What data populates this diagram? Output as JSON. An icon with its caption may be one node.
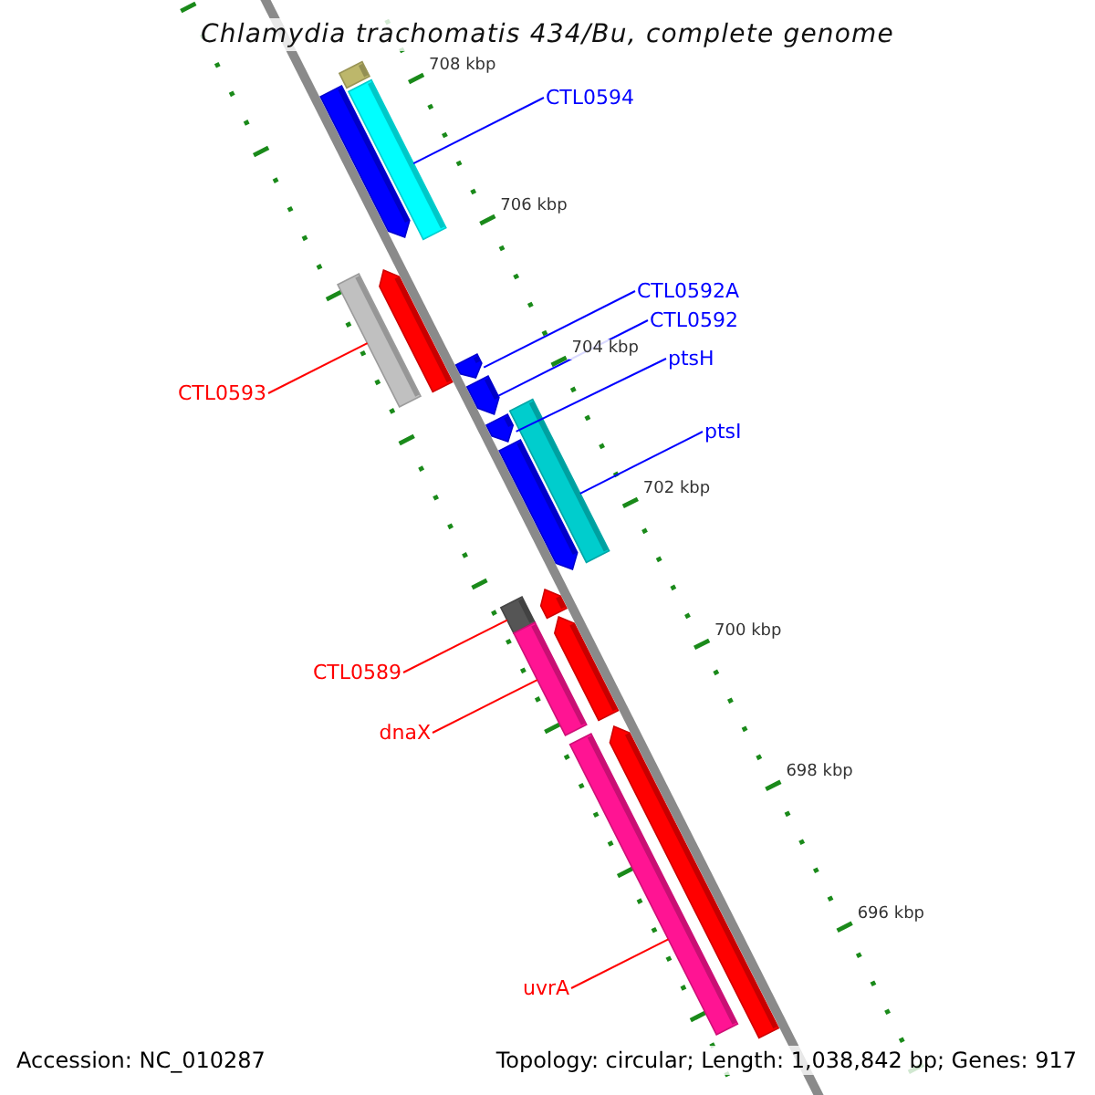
{
  "diagram": {
    "title": "Chlamydia trachomatis 434/Bu, complete genome",
    "nodes": [
      {
        "text": [],
        "shape": "bar"
      },
      {
        "text": [
          "CTL0594"
        ]
      },
      {
        "text": [],
        "shape": "bar"
      },
      {
        "text": [],
        "shape": "bar"
      },
      {
        "text": [],
        "shape": "bar"
      },
      {
        "text": [],
        "shape": "bar"
      },
      {
        "text": [
          "CTL0592A"
        ]
      },
      {
        "text": [
          "CTL0592"
        ]
      },
      {
        "text": [
          "CTL0593"
        ]
      },
      {
        "text": [],
        "shape": "bar"
      },
      {
        "text": [],
        "shape": "bar"
      },
      {
        "text": [
          "ptsH"
        ]
      },
      {
        "text": [],
        "shape": "bar"
      },
      {
        "text": [],
        "shape": "bar"
      },
      {
        "text": [
          "ptsI"
        ]
      },
      {
        "text": [],
        "shape": "bar"
      },
      {
        "text": [],
        "shape": "bar"
      },
      {
        "text": [],
        "shape": "bar"
      },
      {
        "text": [
          "CTL0589"
        ]
      },
      {
        "text": [],
        "shape": "bar"
      },
      {
        "text": [],
        "shape": "bar"
      },
      {
        "text": [
          "dnaX"
        ]
      },
      {
        "text": [],
        "shape": "bar"
      },
      {
        "text": [],
        "shape": "bar"
      },
      {
        "text": [
          "uvrA"
        ]
      }
    ],
    "edges": [
      {
        "from": 1,
        "to": 3,
        "arrow": "none"
      },
      {
        "from": 6,
        "to": 9,
        "arrow": "none"
      },
      {
        "from": 7,
        "to": 10,
        "arrow": "none"
      },
      {
        "from": 8,
        "to": 5,
        "arrow": "none",
        "color": "#ff0000"
      },
      {
        "from": 11,
        "to": 13,
        "arrow": "none"
      },
      {
        "from": 14,
        "to": 12,
        "arrow": "none"
      },
      {
        "from": 18,
        "to": 17,
        "arrow": "none",
        "color": "#ff0000"
      },
      {
        "from": 21,
        "to": 20,
        "arrow": "none",
        "color": "#ff0000"
      },
      {
        "from": 24,
        "to": 23,
        "arrow": "none",
        "color": "#ff0000"
      }
    ],
    "labels": [
      "708 kbp",
      "706 kbp",
      "704 kbp",
      "702 kbp",
      "700 kbp",
      "698 kbp",
      "696 kbp",
      "Accession: NC_010287",
      "Topology: circular; Length: 1,038,842 bp; Genes: 917"
    ]
  }
}
